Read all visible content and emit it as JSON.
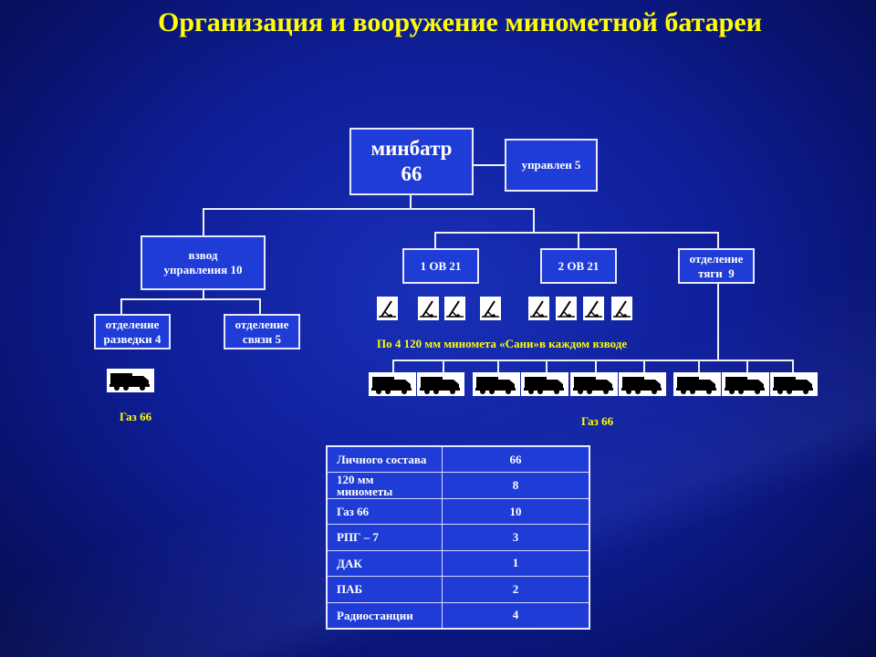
{
  "title": "Организация и вооружение минометной батареи",
  "nodes": {
    "minbatr": "минбатр\n66",
    "upravlen": "управлен 5",
    "vzvod_upr": "взвод\nуправления 10",
    "ov1": "1 ОВ  21",
    "ov2": "2 ОВ  21",
    "tyagi": "отделение\nтяги  9",
    "razvedki": "отделение\nразведки 4",
    "svyazi": "отделение\nсвязи 5"
  },
  "captions": {
    "mortars": "По 4 120 мм минометa «Сани»в каждом взводе",
    "gaz_left": "Газ 66",
    "gaz_right": "Газ 66"
  },
  "icons": {
    "mortar": "mortar-icon",
    "truck": "truck-icon"
  },
  "table": [
    {
      "label": "Личного состава",
      "value": "66"
    },
    {
      "label": "120 мм\nминометы",
      "value": "8"
    },
    {
      "label": "Газ 66",
      "value": "10"
    },
    {
      "label": "РПГ – 7",
      "value": "3"
    },
    {
      "label": "ДАК",
      "value": "1"
    },
    {
      "label": "ПАБ",
      "value": "2"
    },
    {
      "label": "Радиостанции",
      "value": "4"
    }
  ],
  "colors": {
    "title": "#ffff00",
    "box": "#1f3dd6",
    "caption": "#ffff00"
  }
}
